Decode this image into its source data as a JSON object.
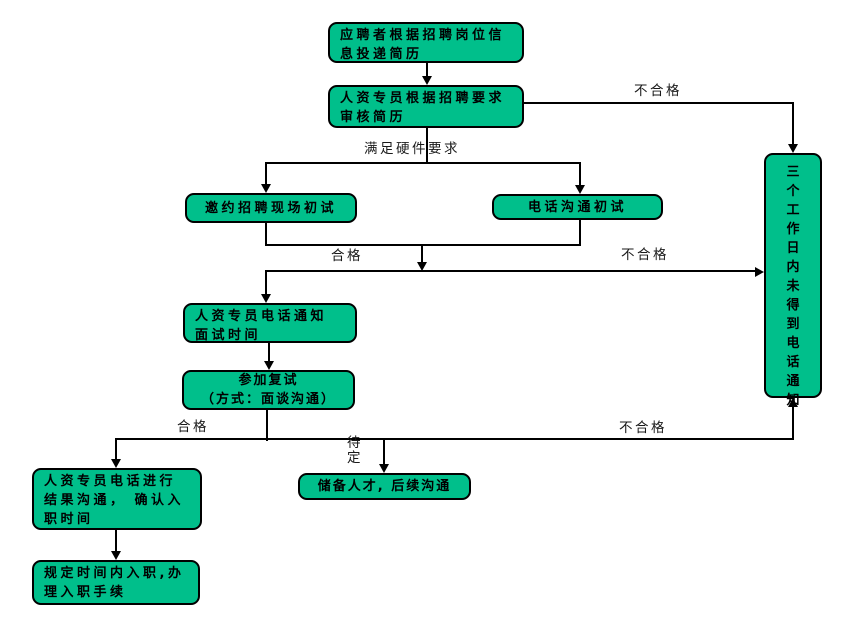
{
  "diagram": {
    "type": "flowchart",
    "language": "zh-CN",
    "node_fill": "#00BF8B",
    "node_border": "#000000",
    "line_color": "#000000",
    "nodes": {
      "submit_resume": "应聘者根据招聘岗位信\n息投递简历",
      "review_resume": "人资专员根据招聘要求\n审核简历",
      "onsite_first_interview": "邀约招聘现场初试",
      "phone_first_interview": "电话沟通初试",
      "notify_interview_time": "人资专员电话通知\n面试时间",
      "attend_second_interview": "参加复试\n（方式：面谈沟通）",
      "result_communication": "人资专员电话进行\n结果沟通， 确认入\n职时间",
      "onboarding": "规定时间内入职,办\n理入职手续",
      "reserve_talent": "储备人才, 后续沟通",
      "no_phone_notice_3days": "三个工作日内未得到电话通知"
    },
    "edge_labels": {
      "resume_unqualified": "不合格",
      "meets_hardware_requirements": "满足硬件要求",
      "first_interview_qualified": "合格",
      "first_interview_unqualified": "不合格",
      "second_interview_qualified": "合格",
      "second_interview_pending": "待\n定",
      "second_interview_unqualified": "不合格"
    }
  }
}
